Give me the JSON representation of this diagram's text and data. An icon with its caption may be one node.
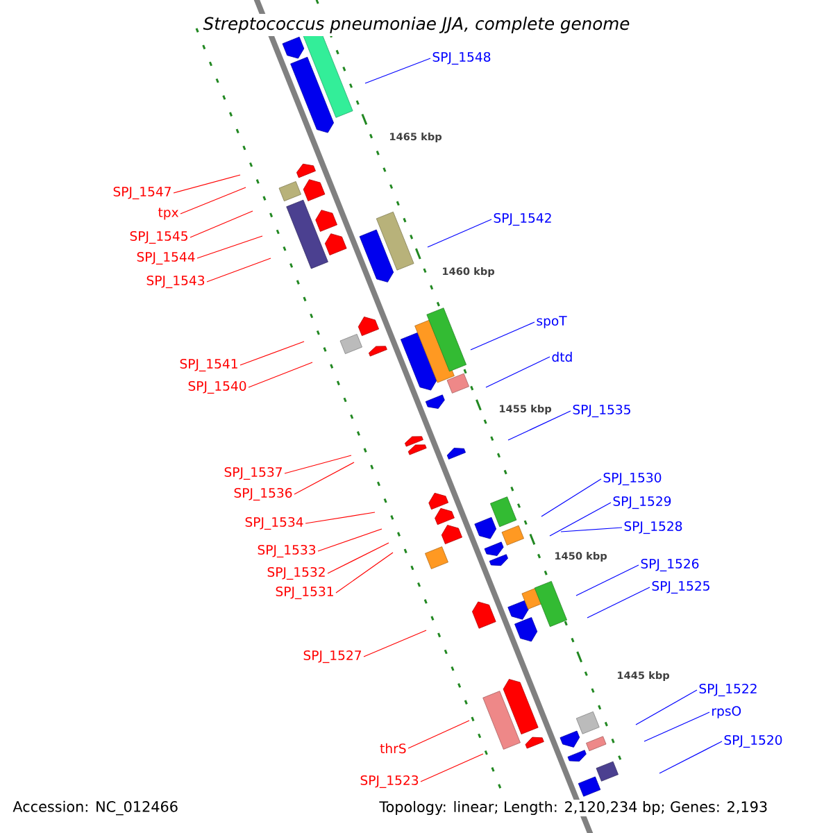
{
  "diagram": {
    "title": "*Streptococcus pneumoniae JJA, complete genome*",
    "nodes": [
      {
        "text": [
          "SPJ_1548"
        ]
      },
      {
        "text": [
          "SPJ_1547"
        ]
      },
      {
        "text": [
          "tpx"
        ]
      },
      {
        "text": [
          "SPJ_1542"
        ]
      },
      {
        "text": [
          "SPJ_1545"
        ]
      },
      {
        "text": [
          "SPJ_1544"
        ]
      },
      {
        "text": [
          "SPJ_1543"
        ]
      },
      {
        "text": [
          "spoT"
        ]
      },
      {
        "text": [
          "dtd"
        ]
      },
      {
        "text": [
          "SPJ_1541"
        ]
      },
      {
        "text": [
          "SPJ_1540"
        ]
      },
      {
        "text": [
          "SPJ_1535"
        ]
      },
      {
        "text": [
          "SPJ_1537"
        ]
      },
      {
        "text": [
          "SPJ_1530"
        ]
      },
      {
        "text": [
          "SPJ_1536"
        ]
      },
      {
        "text": [
          "SPJ_1529"
        ]
      },
      {
        "text": [
          "SPJ_1534"
        ]
      },
      {
        "text": [
          "SPJ_1528"
        ]
      },
      {
        "text": [
          "SPJ_1533"
        ]
      },
      {
        "text": [
          "SPJ_1526"
        ]
      },
      {
        "text": [
          "SPJ_1532"
        ]
      },
      {
        "text": [
          "SPJ_1525"
        ]
      },
      {
        "text": [
          "SPJ_1531"
        ]
      },
      {
        "text": [
          "SPJ_1527"
        ]
      },
      {
        "text": [
          "SPJ_1522"
        ]
      },
      {
        "text": [
          "rpsO"
        ]
      },
      {
        "text": [
          "thrS"
        ]
      },
      {
        "text": [
          "SPJ_1520"
        ]
      },
      {
        "text": [
          "SPJ_1523"
        ]
      }
    ],
    "edges": [
      {
        "from": 0,
        "to": null,
        "arrow": "none",
        "color": "#0000ff"
      },
      {
        "from": 1,
        "to": null,
        "arrow": "none"
      },
      {
        "from": 2,
        "to": null,
        "arrow": "none"
      },
      {
        "from": 3,
        "to": null,
        "arrow": "none",
        "color": "#0000ff"
      },
      {
        "from": 4,
        "to": null,
        "arrow": "none"
      },
      {
        "from": 5,
        "to": null,
        "arrow": "none"
      },
      {
        "from": 6,
        "to": null,
        "arrow": "none"
      },
      {
        "from": 7,
        "to": null,
        "arrow": "none",
        "color": "#0000ff"
      },
      {
        "from": 8,
        "to": null,
        "arrow": "none",
        "color": "#0000ff"
      },
      {
        "from": 9,
        "to": null,
        "arrow": "none"
      },
      {
        "from": 10,
        "to": null,
        "arrow": "none"
      },
      {
        "from": 11,
        "to": null,
        "arrow": "none",
        "color": "#0000ff"
      },
      {
        "from": 12,
        "to": null,
        "arrow": "none"
      },
      {
        "from": 13,
        "to": null,
        "arrow": "none",
        "color": "#0000ff"
      },
      {
        "from": 14,
        "to": null,
        "arrow": "none"
      },
      {
        "from": 15,
        "to": null,
        "arrow": "none",
        "color": "#0000ff"
      },
      {
        "from": 16,
        "to": null,
        "arrow": "none"
      },
      {
        "from": 17,
        "to": null,
        "arrow": "none",
        "color": "#0000ff"
      },
      {
        "from": 18,
        "to": null,
        "arrow": "none"
      },
      {
        "from": 19,
        "to": null,
        "arrow": "none",
        "color": "#0000ff"
      },
      {
        "from": 20,
        "to": null,
        "arrow": "none"
      },
      {
        "from": 21,
        "to": null,
        "arrow": "none",
        "color": "#0000ff"
      },
      {
        "from": 22,
        "to": null,
        "arrow": "none"
      },
      {
        "from": 23,
        "to": null,
        "arrow": "none"
      },
      {
        "from": 24,
        "to": null,
        "arrow": "none",
        "color": "#0000ff"
      },
      {
        "from": 25,
        "to": null,
        "arrow": "none",
        "color": "#0000ff"
      },
      {
        "from": 26,
        "to": null,
        "arrow": "none"
      },
      {
        "from": 27,
        "to": null,
        "arrow": "none",
        "color": "#0000ff"
      },
      {
        "from": 28,
        "to": null,
        "arrow": "none"
      }
    ],
    "labels": [
      "1465 kbp",
      "1460 kbp",
      "1455 kbp",
      "1450 kbp",
      "1445 kbp",
      "Accession: NC_012466",
      "Topology: linear; Length: 2,120,234 bp; Genes: 2,193"
    ]
  }
}
